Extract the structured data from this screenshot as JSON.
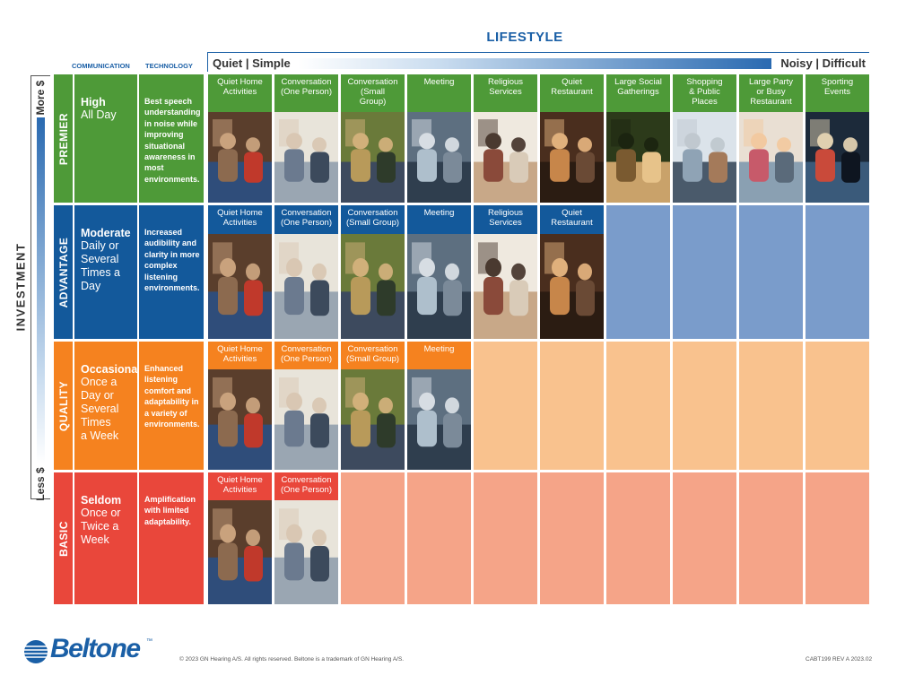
{
  "header": {
    "title": "LIFESTYLE",
    "quiet_label": "Quiet | Simple",
    "noisy_label": "Noisy | Difficult",
    "communication_label": "COMMUNICATION",
    "technology_label": "TECHNOLOGY"
  },
  "investment": {
    "label": "INVESTMENT",
    "more_label": "More $",
    "less_label": "Less $"
  },
  "colors": {
    "premier": "#4e9a38",
    "advantage": "#13599b",
    "quality": "#f5821f",
    "basic": "#e9473b",
    "advantage_empty": "#7a9ccb",
    "quality_empty": "#f9c28e",
    "basic_empty": "#f5a488",
    "brand_blue": "#1a5fa6"
  },
  "tiers": [
    {
      "name": "PREMIER",
      "frequency_bold": "High",
      "frequency_rest": "All Day",
      "description": "Best speech understanding in noise while improving situational awareness in most environments.",
      "cells": [
        {
          "label": "Quiet Home\nActivities",
          "photo": "couch-photo"
        },
        {
          "label": "Conversation\n(One Person)",
          "photo": "two-people-photo"
        },
        {
          "label": "Conversation\n(Small\nGroup)",
          "photo": "outdoor-group-photo"
        },
        {
          "label": "Meeting",
          "photo": "meeting-photo"
        },
        {
          "label": "Religious\nServices",
          "photo": "religious-photo"
        },
        {
          "label": "Quiet\nRestaurant",
          "photo": "restaurant-photo"
        },
        {
          "label": "Large Social\nGatherings",
          "photo": "guitar-photo"
        },
        {
          "label": "Shopping\n& Public\nPlaces",
          "photo": "shopping-photo"
        },
        {
          "label": "Large Party\nor Busy\nRestaurant",
          "photo": "party-photo"
        },
        {
          "label": "Sporting\nEvents",
          "photo": "stadium-photo"
        }
      ]
    },
    {
      "name": "ADVANTAGE",
      "frequency_bold": "Moderate",
      "frequency_rest": "Daily or\nSeveral\nTimes a\nDay",
      "description": "Increased audibility and clarity in more complex listening environments.",
      "cells": [
        {
          "label": "Quiet Home\nActivities",
          "photo": "couch-photo"
        },
        {
          "label": "Conversation\n(One Person)",
          "photo": "two-people-photo"
        },
        {
          "label": "Conversation\n(Small Group)",
          "photo": "outdoor-group-photo"
        },
        {
          "label": "Meeting",
          "photo": "meeting-photo"
        },
        {
          "label": "Religious\nServices",
          "photo": "religious-photo"
        },
        {
          "label": "Quiet\nRestaurant",
          "photo": "restaurant-photo"
        }
      ]
    },
    {
      "name": "QUALITY",
      "frequency_bold": "Occasional",
      "frequency_rest": "Once a\nDay or\nSeveral\nTimes\na Week",
      "description": "Enhanced listening comfort and adaptability in a variety of environments.",
      "cells": [
        {
          "label": "Quiet Home\nActivities",
          "photo": "couch-photo"
        },
        {
          "label": "Conversation\n(One Person)",
          "photo": "two-people-photo"
        },
        {
          "label": "Conversation\n(Small Group)",
          "photo": "outdoor-group-photo"
        },
        {
          "label": "Meeting",
          "photo": "meeting-photo"
        }
      ]
    },
    {
      "name": "BASIC",
      "frequency_bold": "Seldom",
      "frequency_rest": "Once or\nTwice a\nWeek",
      "description": "Amplification with limited adaptability.",
      "cells": [
        {
          "label": "Quiet Home\nActivities",
          "photo": "couch-photo"
        },
        {
          "label": "Conversation\n(One Person)",
          "photo": "two-people-photo"
        }
      ]
    }
  ],
  "footer": {
    "logo": "Beltone",
    "trademark": "™",
    "copyright": "© 2023 GN Hearing A/S. All rights reserved. Beltone is a trademark of GN Hearing A/S.",
    "doc_id": "CABT199 REV A 2023.02"
  }
}
